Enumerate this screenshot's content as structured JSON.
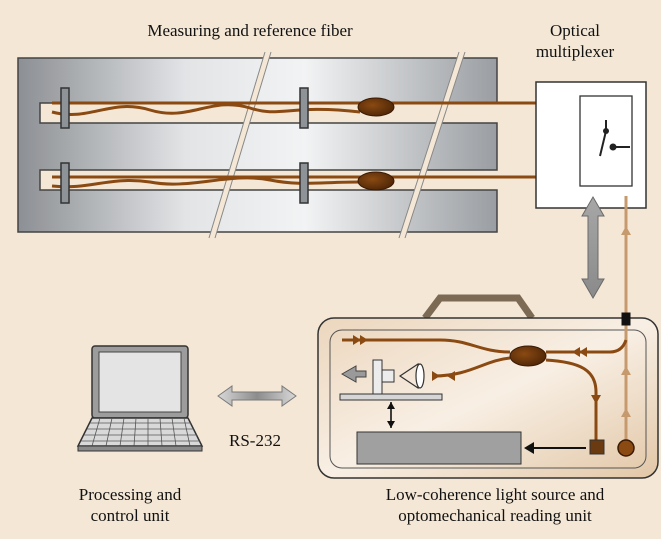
{
  "labels": {
    "fiber_title": "Measuring and reference fiber",
    "mux_line1": "Optical",
    "mux_line2": "multiplexer",
    "rs232": "RS-232",
    "proc_line1": "Processing and",
    "proc_line2": "control unit",
    "lc_line1": "Low-coherence light source and",
    "lc_line2": "optomechanical reading unit"
  },
  "colors": {
    "background": "#f4e7d6",
    "fiber": "#8a4a12",
    "fiber_light": "#c79a6e",
    "connector": "#5a2c0a"
  }
}
